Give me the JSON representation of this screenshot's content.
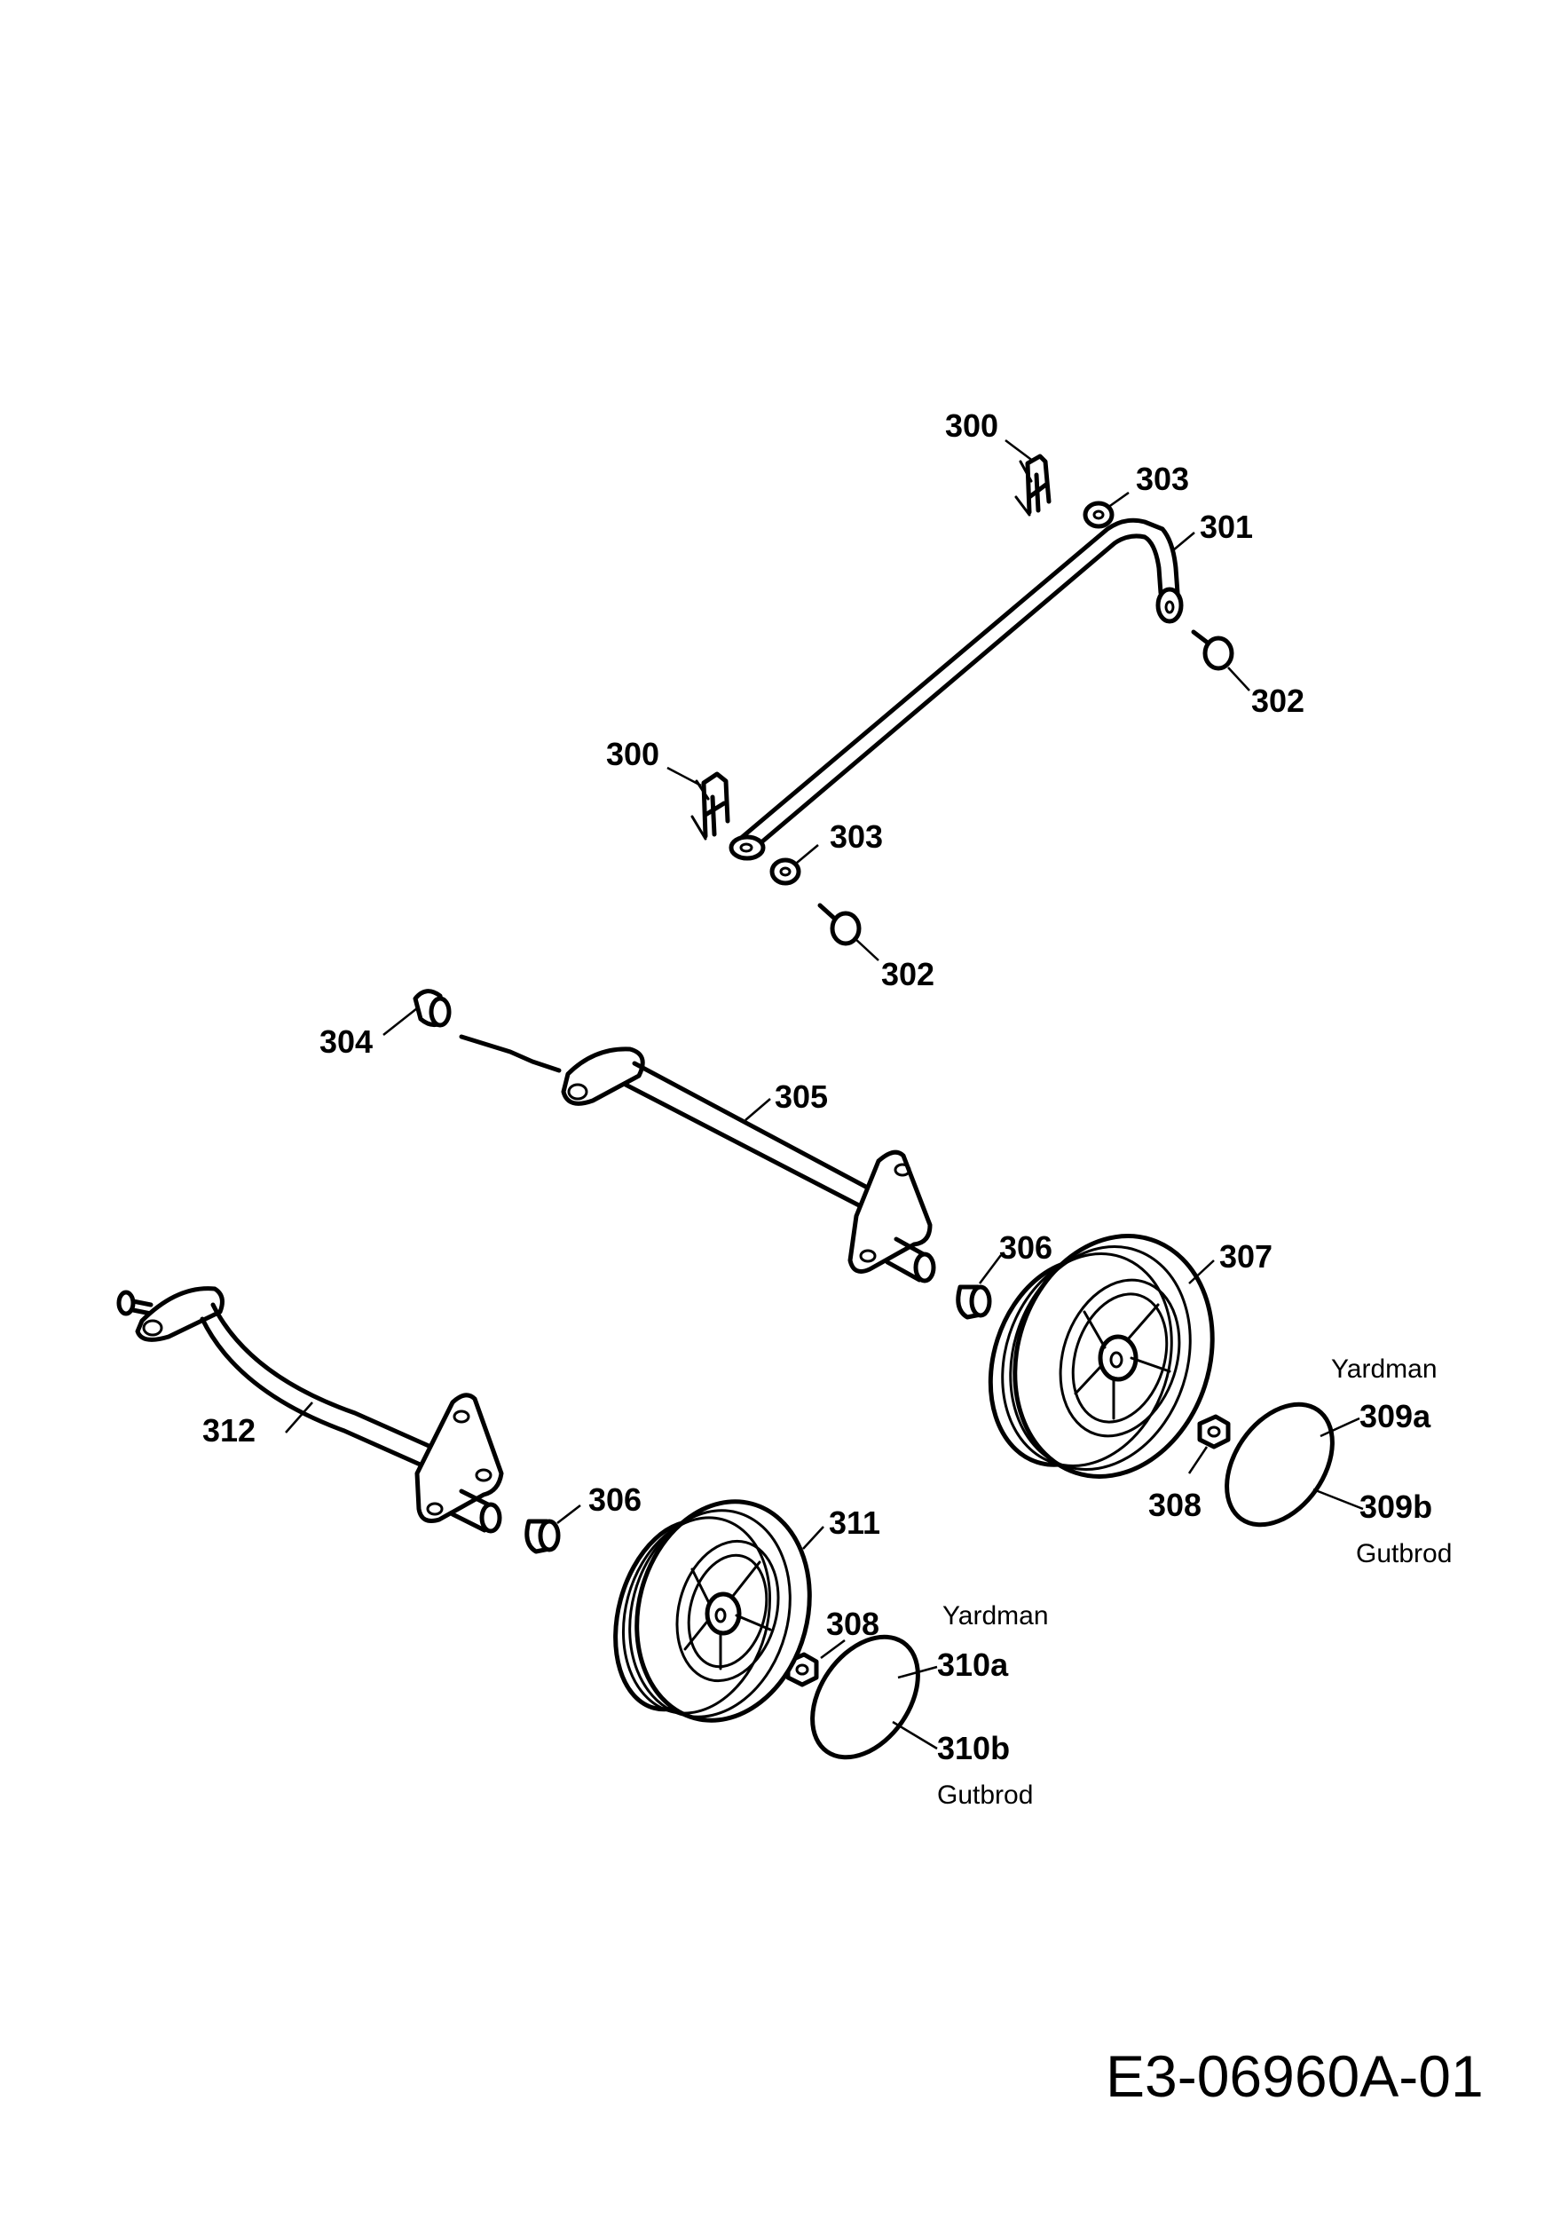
{
  "drawing_number": "E3-06960A-01",
  "labels": {
    "l300a": "300",
    "l300b": "300",
    "l301": "301",
    "l302a": "302",
    "l302b": "302",
    "l303a": "303",
    "l303b": "303",
    "l304": "304",
    "l305": "305",
    "l306a": "306",
    "l306b": "306",
    "l307": "307",
    "l308a": "308",
    "l308b": "308",
    "l309a": "309a",
    "l309b": "309b",
    "l310a": "310a",
    "l310b": "310b",
    "l311": "311",
    "l312": "312"
  },
  "brands": {
    "yardman_1": "Yardman",
    "gutbrod_1": "Gutbrod",
    "yardman_2": "Yardman",
    "gutbrod_2": "Gutbrod"
  }
}
